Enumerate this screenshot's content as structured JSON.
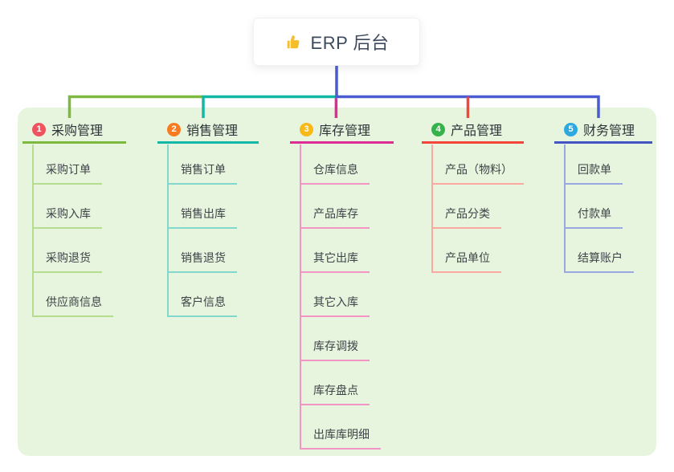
{
  "root": {
    "title": "ERP 后台",
    "icon": "thumbs-up"
  },
  "colors": {
    "page_bg": "#FFFFFF",
    "panel_bg": "#E7F5DF",
    "trunk": "#4A5CD0",
    "root_text": "#3D4A5C",
    "heading_text": "#2E3338",
    "child_text": "#3F4347",
    "thumb_icon": "#F5BF2B"
  },
  "branches": [
    {
      "badge": "1",
      "label": "采购管理",
      "color": "#7CB93E",
      "light": "#B4DD8F",
      "badge_color": "#F05360",
      "children": [
        "采购订单",
        "采购入库",
        "采购退货",
        "供应商信息"
      ]
    },
    {
      "badge": "2",
      "label": "销售管理",
      "color": "#12B8A6",
      "light": "#82D8CC",
      "badge_color": "#F87C1F",
      "children": [
        "销售订单",
        "销售出库",
        "销售退货",
        "客户信息"
      ]
    },
    {
      "badge": "3",
      "label": "库存管理",
      "color": "#DB2D94",
      "light": "#F295C6",
      "badge_color": "#F8B818",
      "children": [
        "仓库信息",
        "产品库存",
        "其它出库",
        "其它入库",
        "库存调拨",
        "库存盘点",
        "出库库明细"
      ]
    },
    {
      "badge": "4",
      "label": "产品管理",
      "color": "#F4453A",
      "light": "#FBA9A0",
      "badge_color": "#35B24A",
      "children": [
        "产品（物料）",
        "产品分类",
        "产品单位"
      ]
    },
    {
      "badge": "5",
      "label": "财务管理",
      "color": "#4355C4",
      "light": "#9AA8DF",
      "badge_color": "#2BA9E0",
      "children": [
        "回款单",
        "付款单",
        "结算账户"
      ]
    }
  ]
}
